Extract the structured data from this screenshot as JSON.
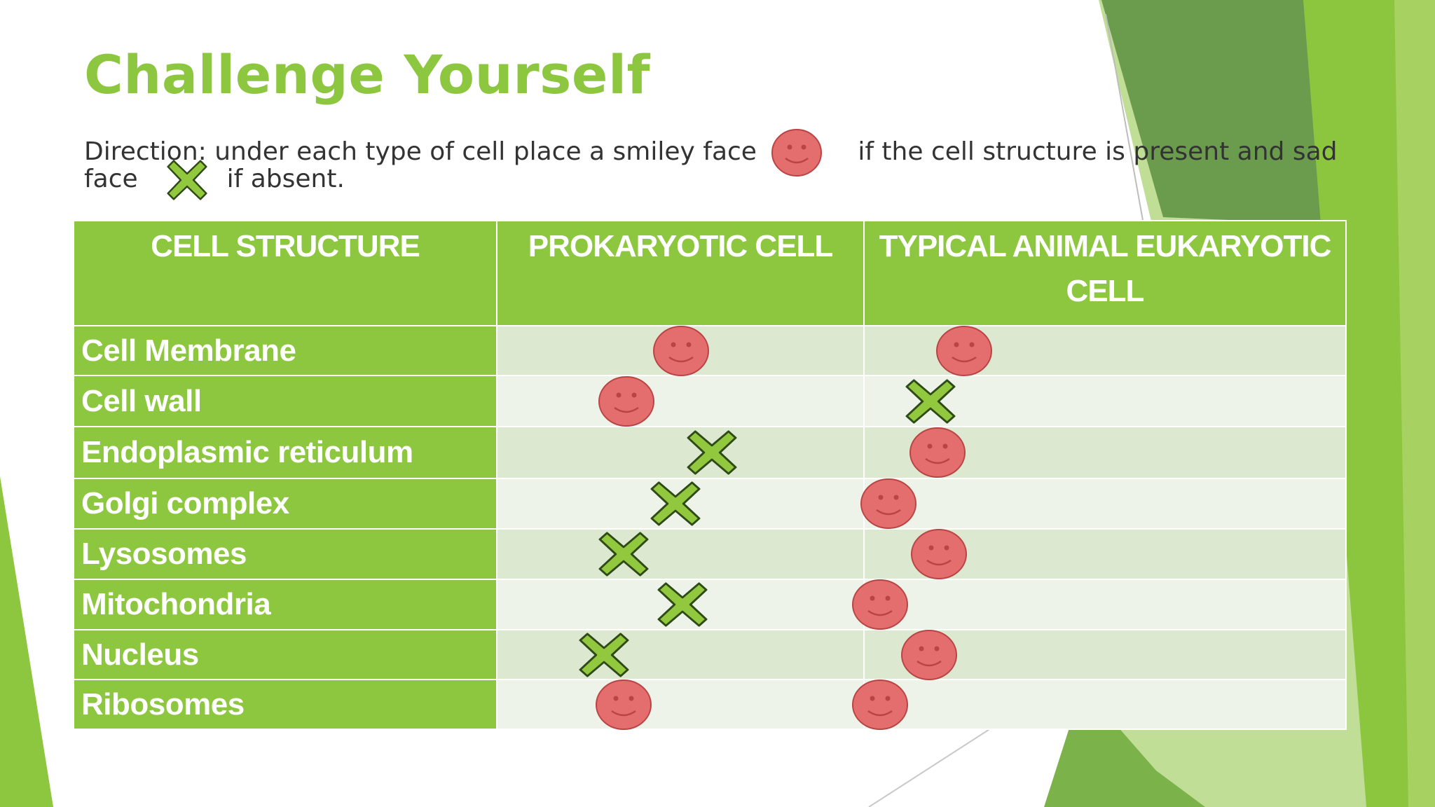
{
  "title": "Challenge Yourself",
  "direction": {
    "part1": "Direction: under each type of cell place a smiley face",
    "part2": "if the cell structure is present and sad",
    "part3": "face",
    "part4": "if absent."
  },
  "colors": {
    "accent": "#8dc63f",
    "row_dark": "#dde8d0",
    "row_light": "#eef3ea",
    "smiley": "#e46d6d",
    "cross": "#92c83e"
  },
  "icons": {
    "present": "smiley-face-icon",
    "absent": "green-x-icon"
  },
  "table": {
    "headers": [
      "CELL STRUCTURE",
      "PROKARYOTIC CELL",
      "TYPICAL ANIMAL EUKARYOTIC CELL"
    ],
    "rows": [
      {
        "structure": "Cell Membrane",
        "prokaryotic": "smiley",
        "eukaryotic": "smiley"
      },
      {
        "structure": "Cell wall",
        "prokaryotic": "smiley",
        "eukaryotic": "cross"
      },
      {
        "structure": "Endoplasmic reticulum",
        "prokaryotic": "cross",
        "eukaryotic": "smiley"
      },
      {
        "structure": "Golgi complex",
        "prokaryotic": "cross",
        "eukaryotic": "smiley"
      },
      {
        "structure": "Lysosomes",
        "prokaryotic": "cross",
        "eukaryotic": "smiley"
      },
      {
        "structure": "Mitochondria",
        "prokaryotic": "cross",
        "eukaryotic": "smiley"
      },
      {
        "structure": "Nucleus",
        "prokaryotic": "cross",
        "eukaryotic": "smiley"
      },
      {
        "structure": "Ribosomes",
        "prokaryotic": "smiley",
        "eukaryotic": "smiley"
      }
    ]
  }
}
